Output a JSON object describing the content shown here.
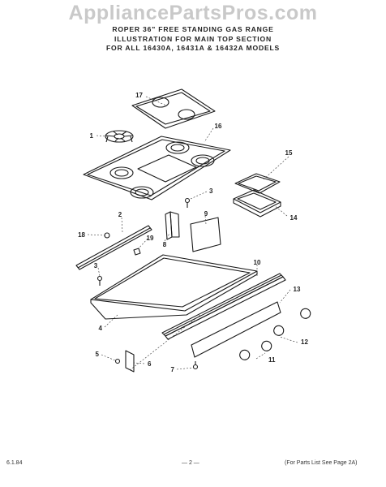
{
  "watermark": "AppliancePartsPros.com",
  "header": {
    "line1": "ROPER 36\" FREE STANDING GAS RANGE",
    "line2": "ILLUSTRATION FOR MAIN TOP SECTION",
    "line3": "FOR ALL 16430A, 16431A & 16432A MODELS"
  },
  "callouts": {
    "c1": "1",
    "c2": "2",
    "c3a": "3",
    "c3b": "3",
    "c4": "4",
    "c5": "5",
    "c6": "6",
    "c7": "7",
    "c8": "8",
    "c9": "9",
    "c10": "10",
    "c11": "11",
    "c12": "12",
    "c13": "13",
    "c14": "14",
    "c15": "15",
    "c16": "16",
    "c17": "17",
    "c18": "18",
    "c19": "19"
  },
  "footer": {
    "date": "6.1.84",
    "page": "— 2 —",
    "note": "(For Parts List See Page 2A)"
  }
}
